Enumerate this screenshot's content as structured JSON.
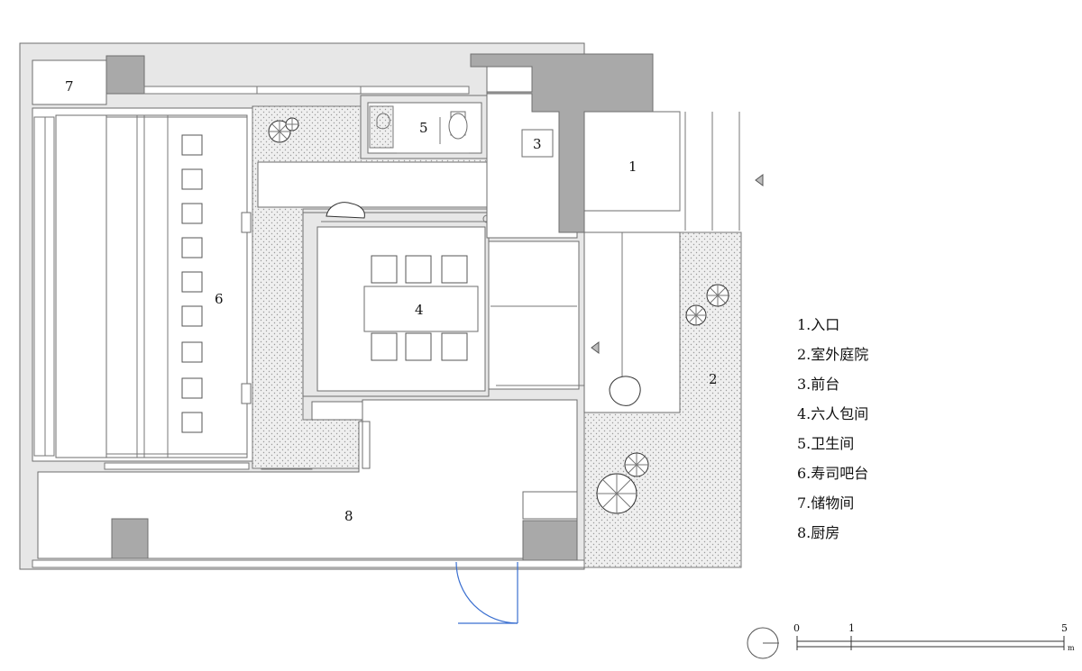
{
  "room_labels": {
    "r1": "1",
    "r2": "2",
    "r3": "3",
    "r4": "4",
    "r5": "5",
    "r6": "6",
    "r7": "7",
    "r8": "8"
  },
  "legend": [
    "1.入口",
    "2.室外庭院",
    "3.前台",
    "4.六人包间",
    "5.卫生间",
    "6.寿司吧台",
    "7.储物间",
    "8.厨房"
  ],
  "scale_bar": {
    "ticks": [
      "0",
      "1",
      "5"
    ],
    "unit": "m"
  },
  "colors": {
    "wall": "#e7e7e7",
    "solid": "#a9a9a9",
    "line": "#6e6e6e",
    "door_swing": "#3a6fd0"
  }
}
